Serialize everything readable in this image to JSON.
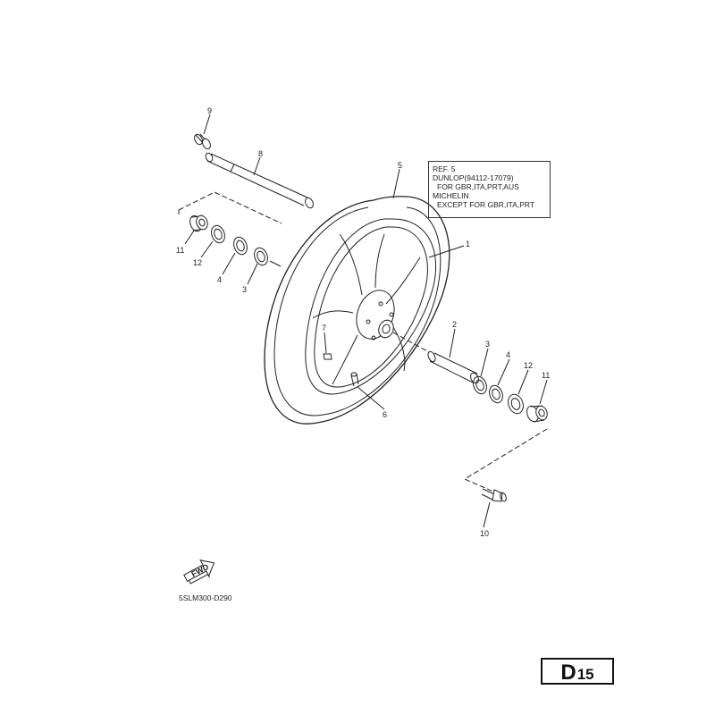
{
  "callouts": {
    "c1": "1",
    "c2": "2",
    "c3a": "3",
    "c3b": "3",
    "c4a": "4",
    "c4b": "4",
    "c5": "5",
    "c6": "6",
    "c7": "7",
    "c8": "8",
    "c9": "9",
    "c10": "10",
    "c11a": "11",
    "c11b": "11",
    "c12a": "12",
    "c12b": "12"
  },
  "note": {
    "ref": "REF. 5",
    "dunlop": "DUNLOP(94112-17079)",
    "dunlop_region": "FOR GBR,ITA,PRT,AUS",
    "michelin": "MICHELIN",
    "michelin_region": "EXCEPT FOR GBR,ITA,PRT"
  },
  "fwd_label": "FWD",
  "diagram_code": "5SLM300-D290",
  "page": {
    "letter": "D",
    "number": "15"
  }
}
